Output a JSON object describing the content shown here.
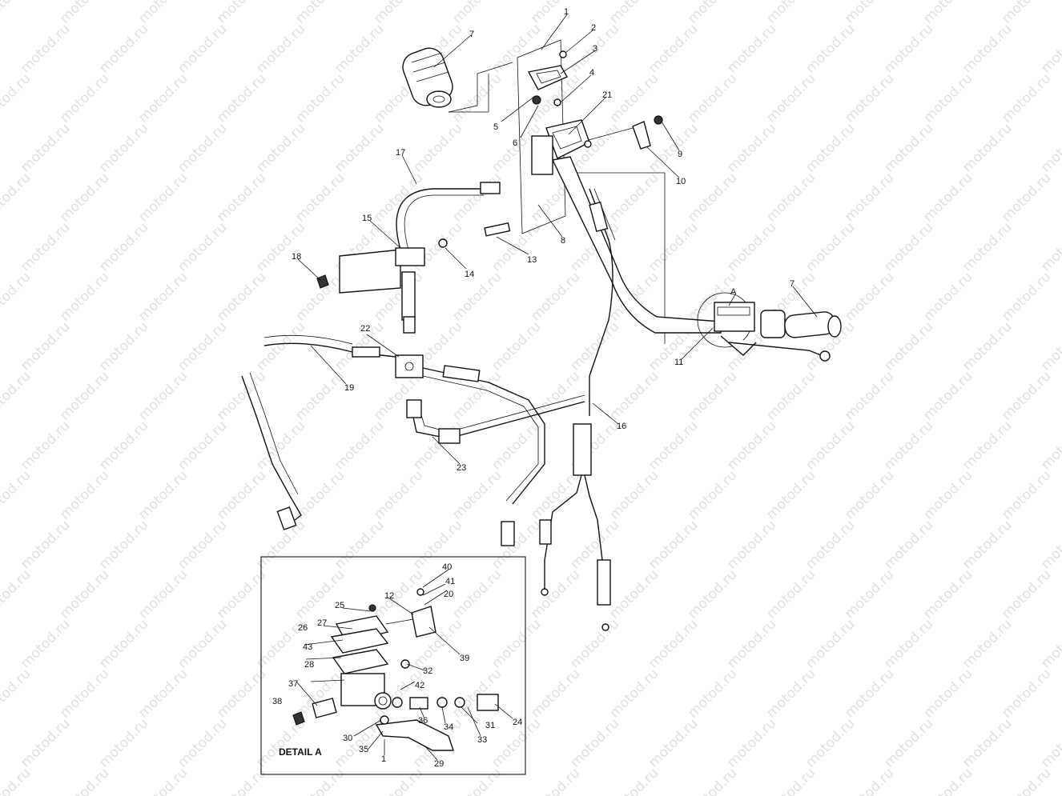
{
  "diagram": {
    "watermark": "motod.ru",
    "detail_title": "DETAIL A",
    "detail_ref": "A",
    "labels": {
      "l1": "1",
      "l2": "2",
      "l3": "3",
      "l4": "4",
      "l5": "5",
      "l6": "6",
      "l7a": "7",
      "l7b": "7",
      "l8": "8",
      "l9": "9",
      "l10": "10",
      "l11": "11",
      "l12": "12",
      "l13": "13",
      "l14": "14",
      "l15": "15",
      "l16": "16",
      "l17": "17",
      "l18": "18",
      "l19": "19",
      "l20": "20",
      "l21": "21",
      "l22": "22",
      "l23": "23",
      "l24": "24",
      "l25": "25",
      "l26": "26",
      "l27": "27",
      "l28": "28",
      "l29": "29",
      "l30": "30",
      "l31": "31",
      "l32": "32",
      "l33": "33",
      "l34": "34",
      "l35": "35",
      "l36a": "36",
      "l37": "37",
      "l38": "38",
      "l39": "39",
      "l40": "40",
      "l41": "41",
      "l42": "42",
      "l43": "43",
      "l1d": "1"
    }
  }
}
